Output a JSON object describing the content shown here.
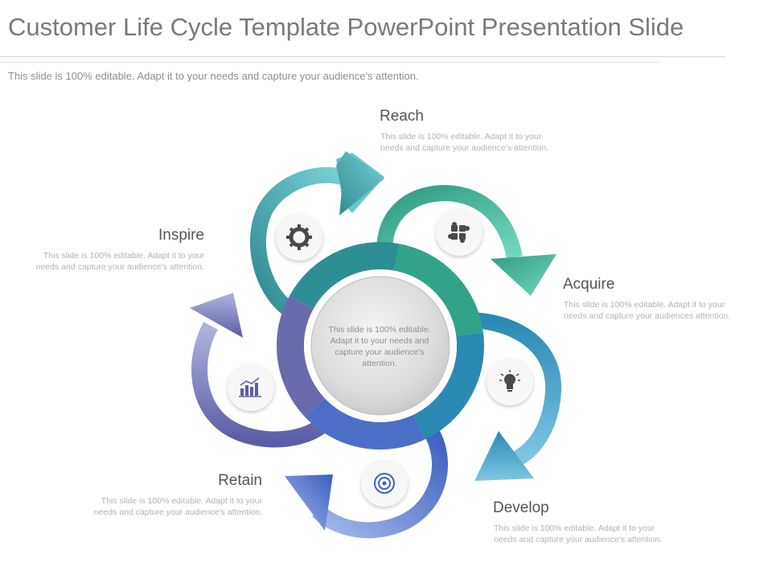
{
  "slide": {
    "title": "Customer Life Cycle Template PowerPoint Presentation Slide",
    "subtitle": "This slide is 100% editable. Adapt it to your needs and capture your audience's attention.",
    "center_text": "This slide is 100% editable. Adapt it to your needs and capture your audience's attention."
  },
  "stages": [
    {
      "id": "reach",
      "label": "Reach",
      "desc": "This slide is 100% editable. Adapt it to your needs and capture your audience's attention.",
      "icon": "gear-icon",
      "color": "#3a9aa3"
    },
    {
      "id": "acquire",
      "label": "Acquire",
      "desc": "This slide is 100% editable. Adapt it to your needs and capture your audiences attention.",
      "icon": "puzzle-icon",
      "color": "#3aa98a"
    },
    {
      "id": "develop",
      "label": "Develop",
      "desc": "This slide is 100% editable. Adapt it to your needs and capture your audience's attention.",
      "icon": "lightbulb-icon",
      "color": "#2f8fb6"
    },
    {
      "id": "retain",
      "label": "Retain",
      "desc": "This slide is 100% editable. Adapt it to your needs and capture your audience's attention.",
      "icon": "target-icon",
      "color": "#4f73c9"
    },
    {
      "id": "inspire",
      "label": "Inspire",
      "desc": "This slide is 100% editable. Adapt it to your needs and capture your audience's attention.",
      "icon": "bar-chart-icon",
      "color": "#6d6fb0"
    }
  ]
}
